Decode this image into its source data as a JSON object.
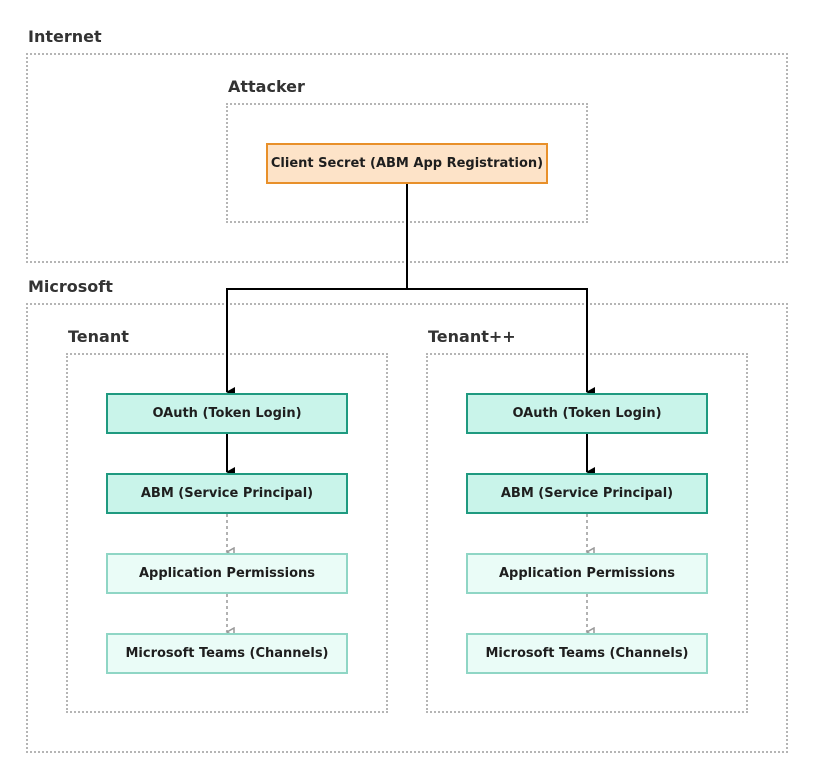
{
  "groups": {
    "internet": "Internet",
    "attacker": "Attacker",
    "microsoft": "Microsoft",
    "tenant": "Tenant",
    "tenant_plus": "Tenant++"
  },
  "nodes": {
    "client_secret": "Client Secret (ABM App Registration)",
    "tenant": {
      "oauth": "OAuth (Token Login)",
      "abm": "ABM (Service Principal)",
      "permissions": "Application Permissions",
      "teams": "Microsoft Teams (Channels)"
    },
    "tenant_plus": {
      "oauth": "OAuth (Token Login)",
      "abm": "ABM (Service Principal)",
      "permissions": "Application Permissions",
      "teams": "Microsoft Teams (Channels)"
    }
  },
  "colors": {
    "secret_fill": "#fde3c8",
    "secret_border": "#e8902a",
    "node_fill": "#c9f4ea",
    "node_border": "#1f9a80",
    "light_fill": "#eafcf7",
    "light_border": "#8fd6c5",
    "group_border": "#b5b5b5",
    "solid_edge": "#000000",
    "dotted_edge": "#999999"
  }
}
